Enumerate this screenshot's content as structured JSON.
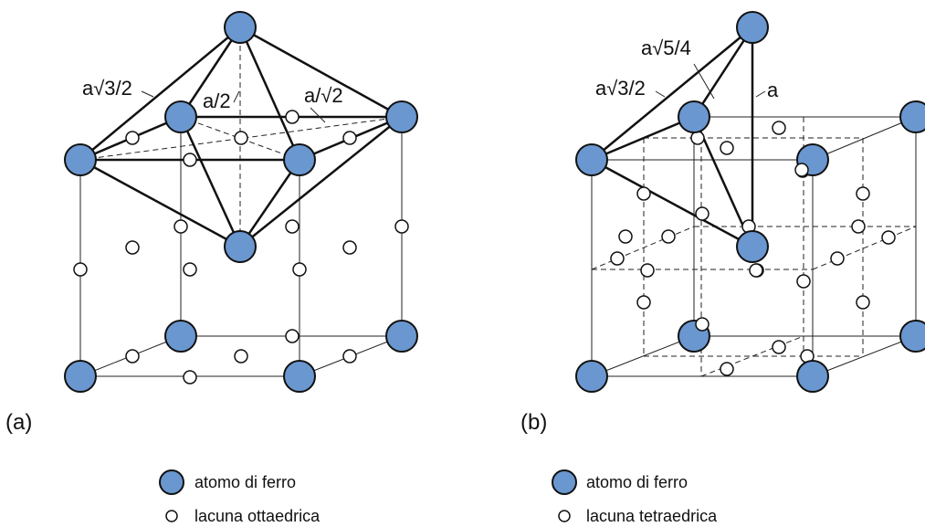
{
  "colors": {
    "atom_fill": "#6a97cf"
  },
  "panel_a": {
    "label": "(a)",
    "dim_a_sqrt3_over_2": "a√3/2",
    "dim_a_over_2": "a/2",
    "dim_a_over_sqrt2": "a/√2"
  },
  "panel_b": {
    "label": "(b)",
    "dim_a_sqrt5_over_4": "a√5/4",
    "dim_a_sqrt3_over_2": "a√3/2",
    "dim_a": "a"
  },
  "legend_a": {
    "atom_label": "atomo di ferro",
    "hole_label": "lacuna ottaedrica"
  },
  "legend_b": {
    "atom_label": "atomo di ferro",
    "hole_label": "lacuna tetraedrica"
  }
}
